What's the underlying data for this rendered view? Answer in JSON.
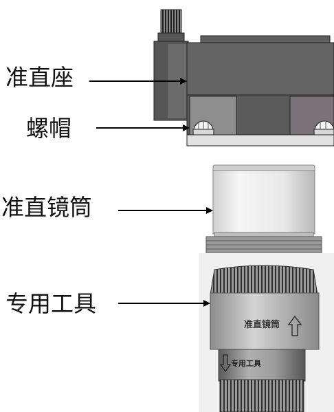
{
  "labels": {
    "collimator_seat": "准直座",
    "nut": "螺帽",
    "collimator_tube": "准直镜筒",
    "special_tool": "专用工具"
  },
  "tool_markings": {
    "upper_text": "准直镜筒",
    "lower_text": "专用工具"
  },
  "colors": {
    "seat_body": "#606060",
    "seat_dark": "#3c3c3c",
    "tube_light": "#ededed",
    "tool_gray": "#8a8a8a",
    "line": "#000000"
  }
}
